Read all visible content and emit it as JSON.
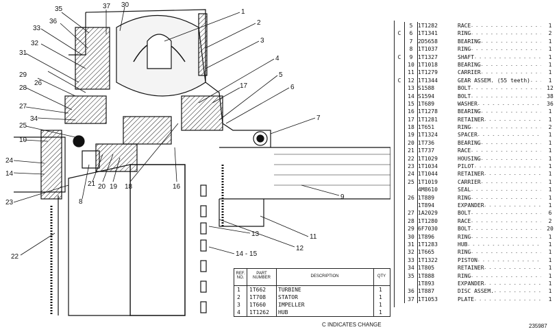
{
  "callouts": [
    "35",
    "37",
    "30",
    "1",
    "2",
    "36",
    "33",
    "3",
    "32",
    "31",
    "4",
    "29",
    "26",
    "5",
    "17",
    "28",
    "6",
    "27",
    "34",
    "25",
    "7",
    "10",
    "24",
    "14",
    "21",
    "20",
    "19",
    "18",
    "16",
    "9",
    "8",
    "23",
    "11",
    "13",
    "12",
    "22",
    "14 - 15"
  ],
  "parts_list": [
    {
      "mark": "",
      "ref": "5",
      "part": "1T1282",
      "desc": "RACE",
      "qty": "1"
    },
    {
      "mark": "C",
      "ref": "6",
      "part": "1T1341",
      "desc": "RING",
      "qty": "2"
    },
    {
      "mark": "",
      "ref": "7",
      "part": "2D5658",
      "desc": "BEARING",
      "qty": "1"
    },
    {
      "mark": "",
      "ref": "8",
      "part": "1T1037",
      "desc": "RING",
      "qty": "1"
    },
    {
      "mark": "C",
      "ref": "9",
      "part": "1T1327",
      "desc": "SHAFT",
      "qty": "1"
    },
    {
      "mark": "",
      "ref": "10",
      "part": "1T1018",
      "desc": "BEARING",
      "qty": "1"
    },
    {
      "mark": "",
      "ref": "11",
      "part": "1T1279",
      "desc": "CARRIER",
      "qty": "1"
    },
    {
      "mark": "C",
      "ref": "12",
      "part": "1T1344",
      "desc": "GEAR ASSEM.  (55 teeth)",
      "qty": "1"
    },
    {
      "mark": "",
      "ref": "13",
      "part": "S1588",
      "desc": "BOLT",
      "qty": "12"
    },
    {
      "mark": "",
      "ref": "14",
      "part": "S1594",
      "desc": "BOLT",
      "qty": "38"
    },
    {
      "mark": "",
      "ref": "15",
      "part": "1T689",
      "desc": "WASHER",
      "qty": "36"
    },
    {
      "mark": "",
      "ref": "16",
      "part": "1T1278",
      "desc": "BEARING",
      "qty": "1"
    },
    {
      "mark": "",
      "ref": "17",
      "part": "1T1281",
      "desc": "RETAINER",
      "qty": "1"
    },
    {
      "mark": "",
      "ref": "18",
      "part": "1T651",
      "desc": "RING",
      "qty": "2"
    },
    {
      "mark": "",
      "ref": "19",
      "part": "1T1324",
      "desc": "SPACER",
      "qty": "1"
    },
    {
      "mark": "",
      "ref": "20",
      "part": "1T736",
      "desc": "BEARING",
      "qty": "1"
    },
    {
      "mark": "",
      "ref": "21",
      "part": "1T737",
      "desc": "RACE",
      "qty": "1"
    },
    {
      "mark": "",
      "ref": "22",
      "part": "1T1029",
      "desc": "HOUSING",
      "qty": "1"
    },
    {
      "mark": "",
      "ref": "23",
      "part": "1T1034",
      "desc": "PILOT",
      "qty": "1"
    },
    {
      "mark": "",
      "ref": "24",
      "part": "1T1044",
      "desc": "RETAINER",
      "qty": "1"
    },
    {
      "mark": "",
      "ref": "25",
      "part": "1T1019",
      "desc": "CARRIER",
      "qty": "1"
    },
    {
      "mark": "",
      "ref": "",
      "part": "4M8610",
      "desc": "SEAL",
      "qty": "1"
    },
    {
      "mark": "",
      "ref": "26",
      "part": "1T889",
      "desc": "RING",
      "qty": "1"
    },
    {
      "mark": "",
      "ref": "",
      "part": "1T894",
      "desc": "EXPANDER",
      "qty": "1"
    },
    {
      "mark": "",
      "ref": "27",
      "part": "1A2029",
      "desc": "BOLT",
      "qty": "6"
    },
    {
      "mark": "",
      "ref": "28",
      "part": "1T1280",
      "desc": "RACE",
      "qty": "2"
    },
    {
      "mark": "",
      "ref": "29",
      "part": "6F7030",
      "desc": "BOLT",
      "qty": "20"
    },
    {
      "mark": "",
      "ref": "30",
      "part": "1T896",
      "desc": "RING",
      "qty": "1"
    },
    {
      "mark": "",
      "ref": "31",
      "part": "1T1283",
      "desc": "HUB",
      "qty": "1"
    },
    {
      "mark": "",
      "ref": "32",
      "part": "1T665",
      "desc": "RING",
      "qty": "1"
    },
    {
      "mark": "",
      "ref": "33",
      "part": "1T1322",
      "desc": "PISTON",
      "qty": "1"
    },
    {
      "mark": "",
      "ref": "34",
      "part": "1T805",
      "desc": "RETAINER",
      "qty": "1"
    },
    {
      "mark": "",
      "ref": "35",
      "part": "1T888",
      "desc": "RING",
      "qty": "1"
    },
    {
      "mark": "",
      "ref": "",
      "part": "1T893",
      "desc": "EXPANDER",
      "qty": "1"
    },
    {
      "mark": "",
      "ref": "36",
      "part": "1T887",
      "desc": "DISC ASSEM.",
      "qty": "1"
    },
    {
      "mark": "",
      "ref": "37",
      "part": "1T1053",
      "desc": "PLATE",
      "qty": "1"
    }
  ],
  "small_table": {
    "headers": [
      "REF. NO.",
      "PART NUMBER",
      "DESCRIPTION",
      "QTY"
    ],
    "rows": [
      {
        "ref": "1",
        "part": "1T662",
        "desc": "TURBINE",
        "qty": "1"
      },
      {
        "ref": "2",
        "part": "1T708",
        "desc": "STATOR",
        "qty": "1"
      },
      {
        "ref": "3",
        "part": "1T660",
        "desc": "IMPELLER",
        "qty": "1"
      },
      {
        "ref": "4",
        "part": "1T1262",
        "desc": "HUB",
        "qty": "1"
      }
    ]
  },
  "note": "C INDICATES CHANGE",
  "drawing_number": "235987"
}
